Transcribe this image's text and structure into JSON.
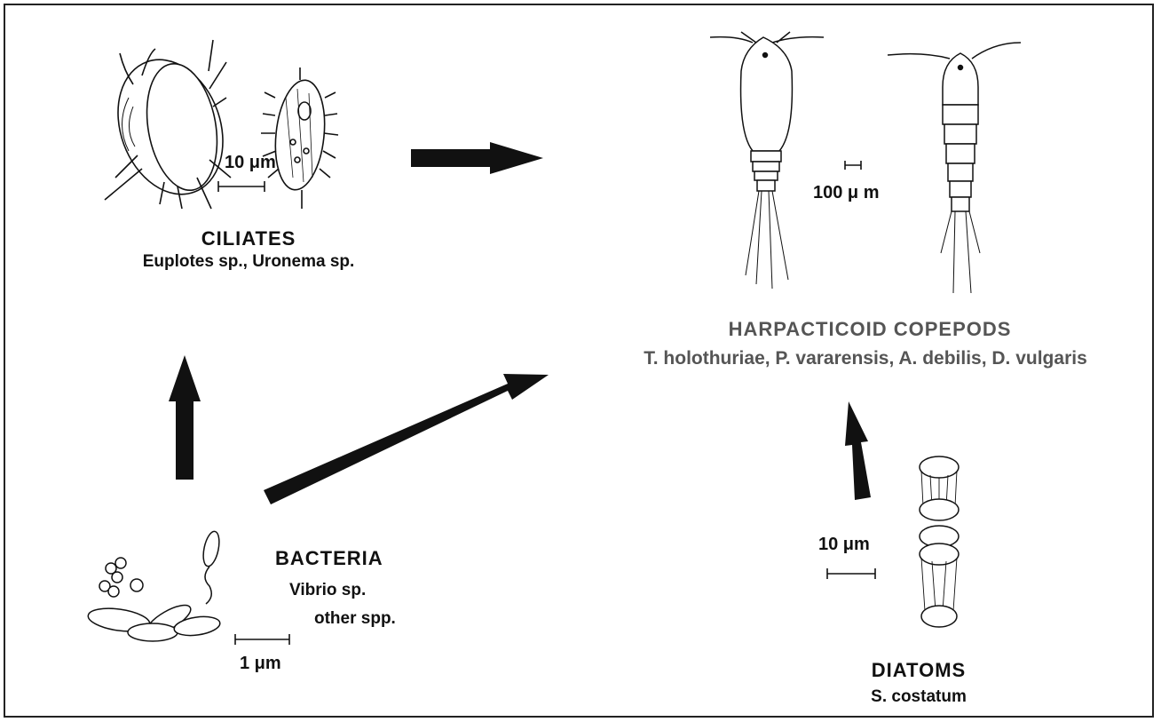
{
  "ciliates": {
    "title": "CILIATES",
    "species": "Euplotes sp., Uronema sp.",
    "scale": "10 μm"
  },
  "copepods": {
    "title": "HARPACTICOID COPEPODS",
    "species": "T. holothuriae, P. vararensis, A. debilis, D. vulgaris",
    "scale": "100 μ m"
  },
  "bacteria": {
    "title": "BACTERIA",
    "species_1": "Vibrio sp.",
    "species_2": "other spp.",
    "scale": "1 μm"
  },
  "diatoms": {
    "title": "DIATOMS",
    "species": "S. costatum",
    "scale": "10 μm"
  },
  "colors": {
    "ink": "#111111",
    "arrow": "#1a1a1a",
    "frame": "#222222"
  }
}
